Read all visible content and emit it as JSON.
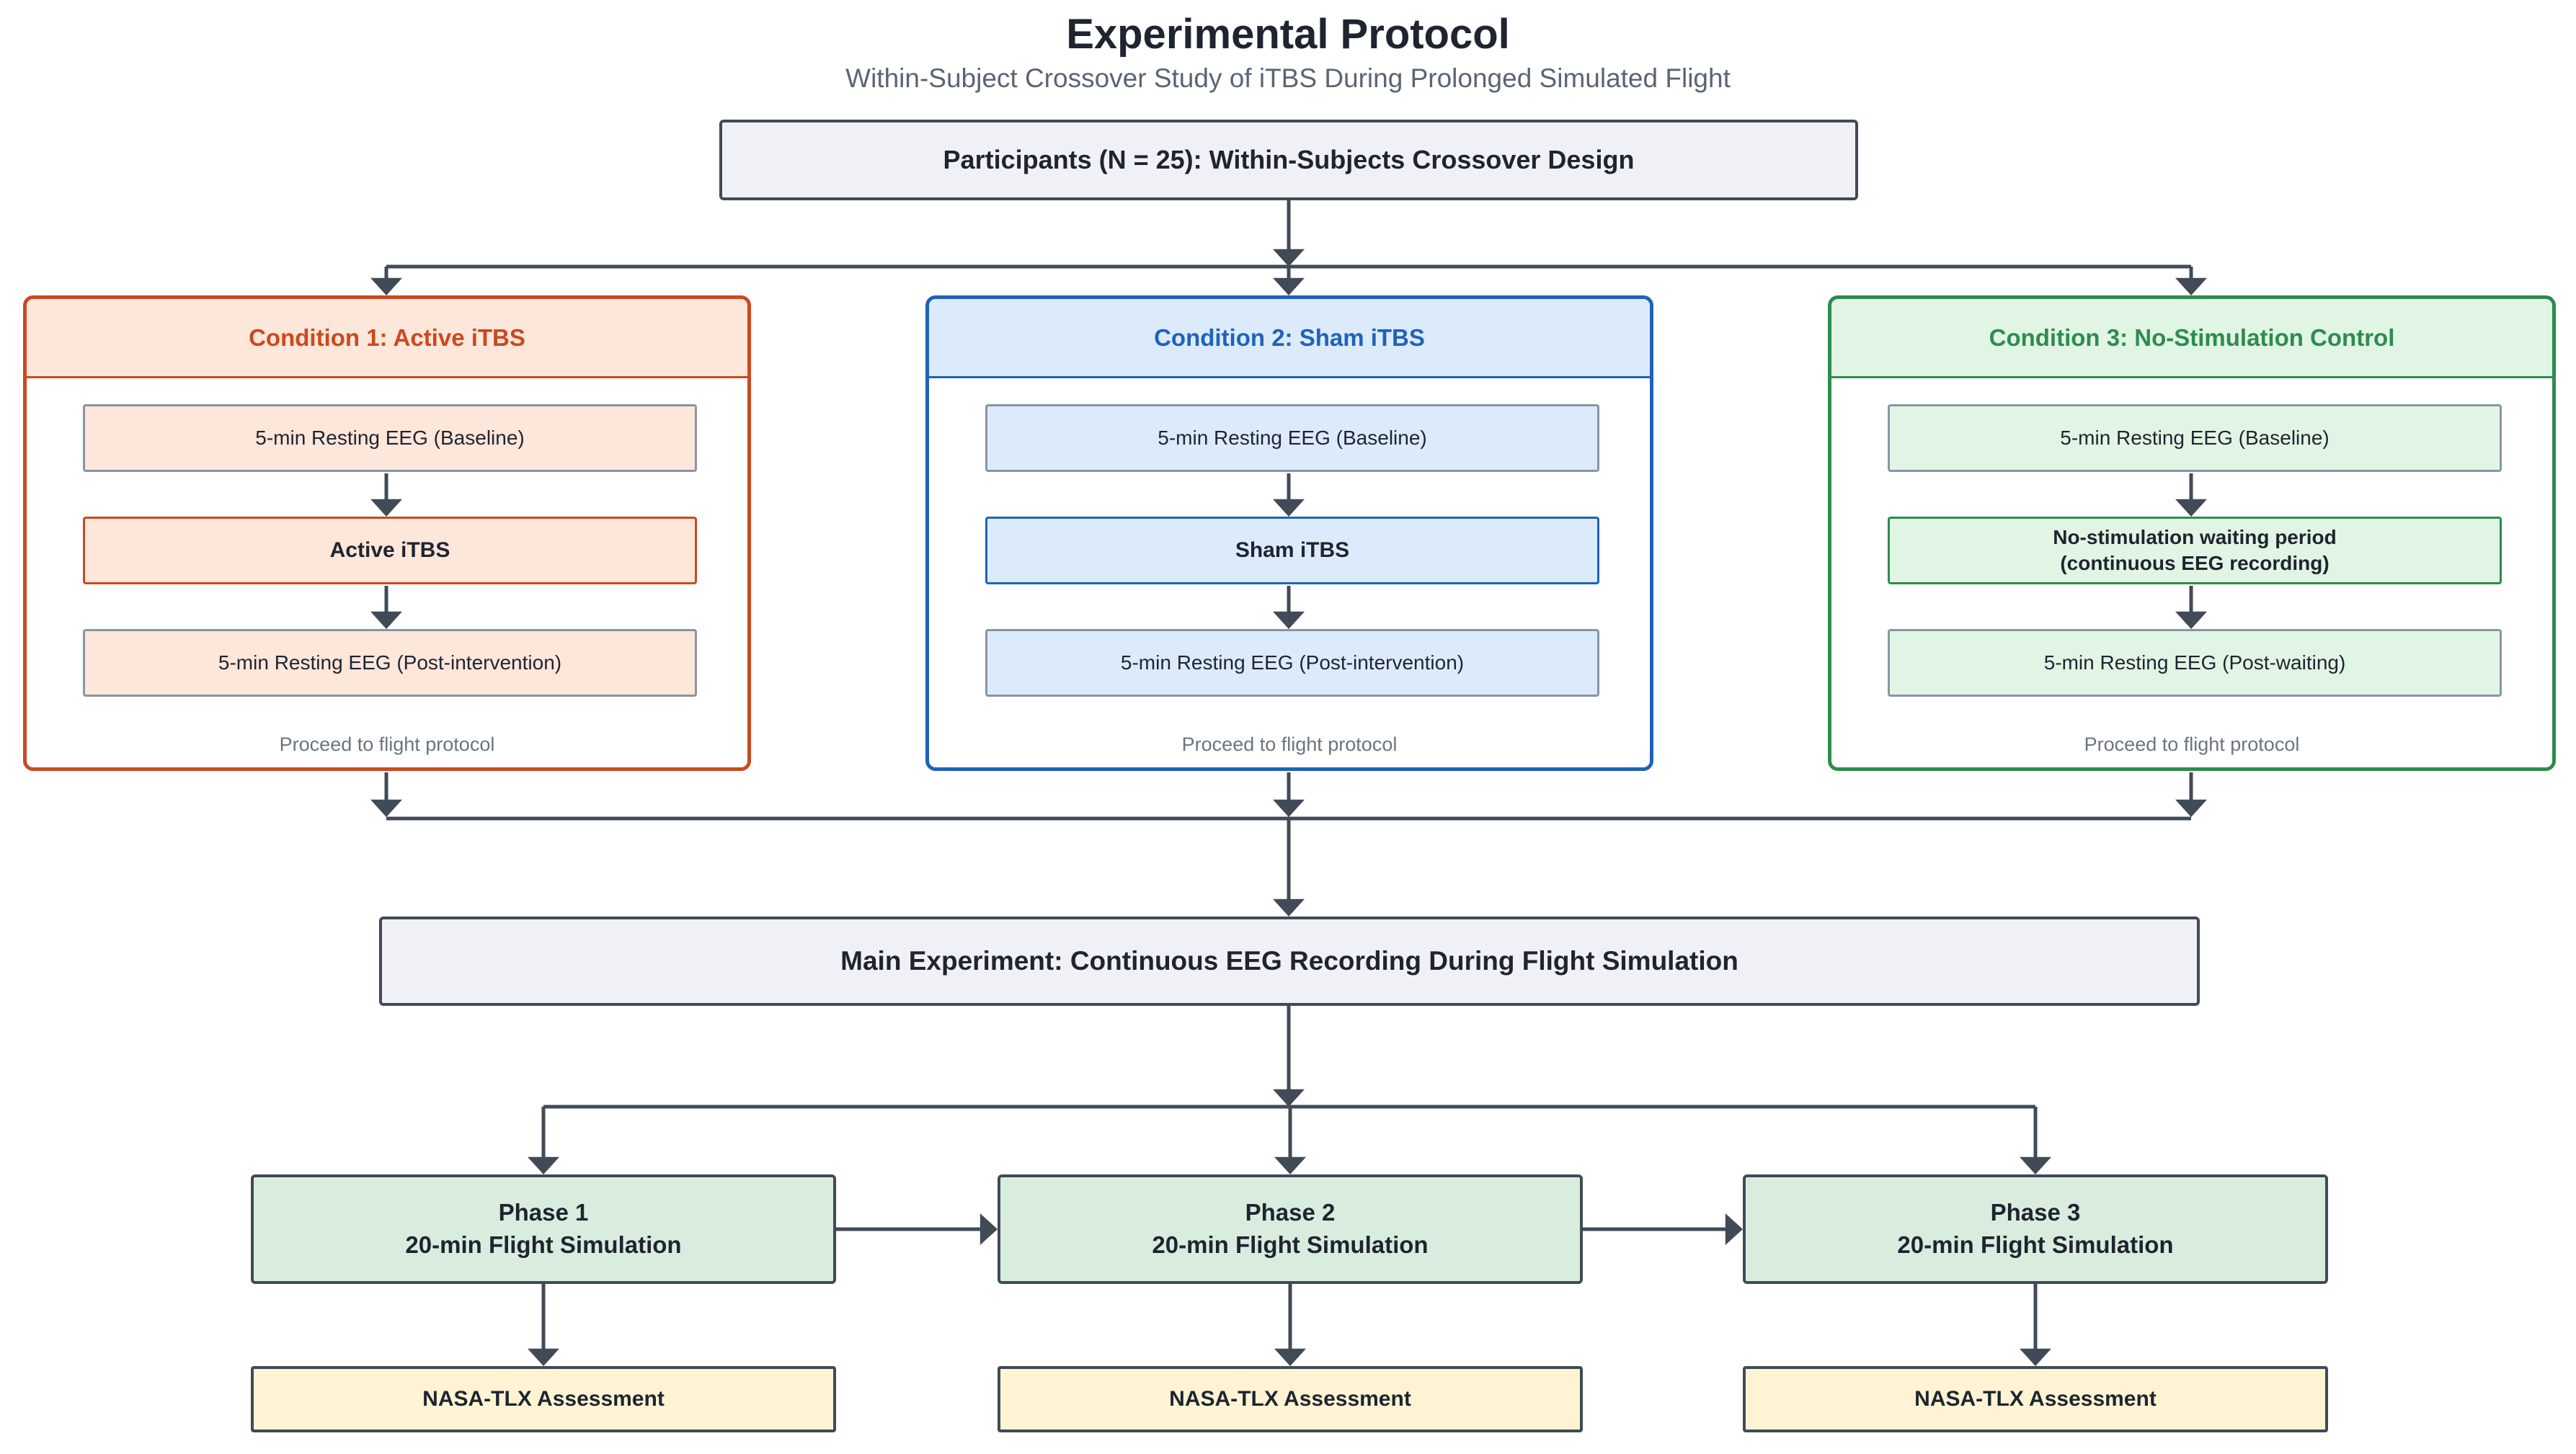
{
  "title": "Experimental Protocol",
  "subtitle": "Within-Subject Crossover Study of iTBS During Prolonged Simulated Flight",
  "participants": "Participants (N = 25): Within-Subjects Crossover Design",
  "colors": {
    "arrow": "#414a57",
    "condition1_border": "#c94a1f",
    "condition1_fill": "#fde6da",
    "condition1_text": "#c94a1f",
    "condition2_border": "#1f63b8",
    "condition2_fill": "#dcebfb",
    "condition2_text": "#1f63b8",
    "condition3_border": "#2e8b4f",
    "condition3_fill": "#e1f5e4",
    "condition3_text": "#2e8b4f",
    "phase_fill": "#d9eddf",
    "assessment_fill": "#fef4d3",
    "neutral_fill": "#eff1f6"
  },
  "conditions": [
    {
      "title": "Condition 1: Active iTBS",
      "steps": [
        "5-min Resting EEG (Baseline)",
        "Active iTBS",
        "5-min Resting EEG (Post-intervention)"
      ],
      "footer": "Proceed to flight protocol"
    },
    {
      "title": "Condition 2: Sham iTBS",
      "steps": [
        "5-min Resting EEG (Baseline)",
        "Sham iTBS",
        "5-min Resting EEG (Post-intervention)"
      ],
      "footer": "Proceed to flight protocol"
    },
    {
      "title": "Condition 3: No-Stimulation Control",
      "steps": [
        "5-min Resting EEG (Baseline)",
        "No-stimulation waiting period",
        "5-min Resting EEG (Post-waiting)"
      ],
      "steps_line2": "(continuous EEG recording)",
      "footer": "Proceed to flight protocol"
    }
  ],
  "main_experiment": "Main Experiment: Continuous EEG Recording During Flight Simulation",
  "phases": [
    {
      "name": "Phase 1",
      "desc": "20-min Flight Simulation",
      "assessment": "NASA-TLX Assessment"
    },
    {
      "name": "Phase 2",
      "desc": "20-min Flight Simulation",
      "assessment": "NASA-TLX Assessment"
    },
    {
      "name": "Phase 3",
      "desc": "20-min Flight Simulation",
      "assessment": "NASA-TLX Assessment"
    }
  ]
}
